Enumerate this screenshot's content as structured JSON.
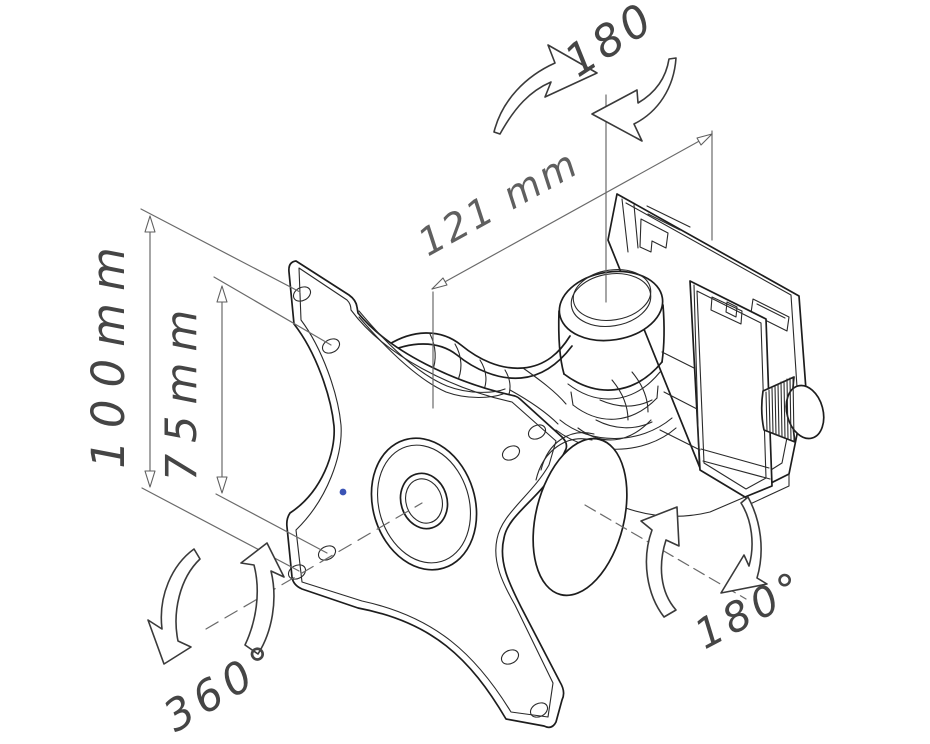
{
  "drawing": {
    "annotations": {
      "swivel_top": "180",
      "arm_length": "121 mm",
      "vesa_outer": "100mm",
      "vesa_inner": "75mm",
      "rotation_plate": "360°",
      "tilt_bottom": "180°"
    },
    "colors": {
      "part_line": "#1d1d1d",
      "dimension_line": "#6a6a6a",
      "annotation_text": "#454545",
      "accent_dot": "#3a53b5",
      "background": "#ffffff"
    }
  }
}
